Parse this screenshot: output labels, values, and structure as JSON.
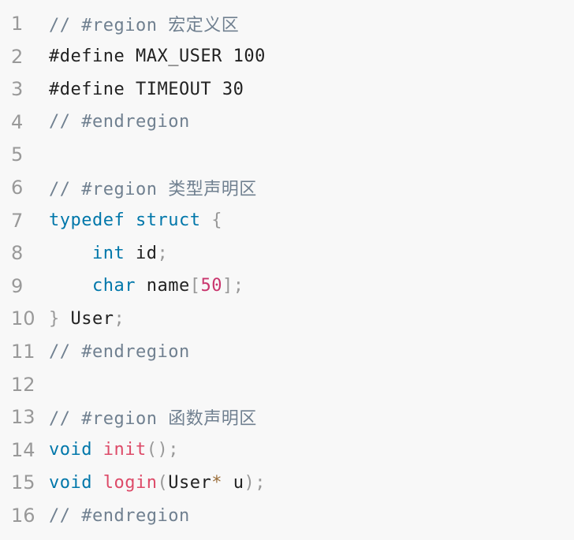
{
  "editor": {
    "lines": [
      {
        "number": "1",
        "tokens": [
          {
            "t": "comment",
            "v": "// #region 宏定义区"
          }
        ]
      },
      {
        "number": "2",
        "tokens": [
          {
            "t": "plain",
            "v": "#define MAX_USER 100"
          }
        ]
      },
      {
        "number": "3",
        "tokens": [
          {
            "t": "plain",
            "v": "#define TIMEOUT 30"
          }
        ]
      },
      {
        "number": "4",
        "tokens": [
          {
            "t": "comment",
            "v": "// #endregion"
          }
        ]
      },
      {
        "number": "5",
        "tokens": []
      },
      {
        "number": "6",
        "tokens": [
          {
            "t": "comment",
            "v": "// #region 类型声明区"
          }
        ]
      },
      {
        "number": "7",
        "tokens": [
          {
            "t": "keyword",
            "v": "typedef"
          },
          {
            "t": "plain",
            "v": " "
          },
          {
            "t": "keyword",
            "v": "struct"
          },
          {
            "t": "plain",
            "v": " "
          },
          {
            "t": "punct",
            "v": "{"
          }
        ]
      },
      {
        "number": "8",
        "tokens": [
          {
            "t": "plain",
            "v": "    "
          },
          {
            "t": "keyword",
            "v": "int"
          },
          {
            "t": "plain",
            "v": " id"
          },
          {
            "t": "punct",
            "v": ";"
          }
        ]
      },
      {
        "number": "9",
        "tokens": [
          {
            "t": "plain",
            "v": "    "
          },
          {
            "t": "keyword",
            "v": "char"
          },
          {
            "t": "plain",
            "v": " name"
          },
          {
            "t": "punct",
            "v": "["
          },
          {
            "t": "number",
            "v": "50"
          },
          {
            "t": "punct",
            "v": "];"
          }
        ]
      },
      {
        "number": "10",
        "tokens": [
          {
            "t": "punct",
            "v": "}"
          },
          {
            "t": "plain",
            "v": " User"
          },
          {
            "t": "punct",
            "v": ";"
          }
        ]
      },
      {
        "number": "11",
        "tokens": [
          {
            "t": "comment",
            "v": "// #endregion"
          }
        ]
      },
      {
        "number": "12",
        "tokens": []
      },
      {
        "number": "13",
        "tokens": [
          {
            "t": "comment",
            "v": "// #region 函数声明区"
          }
        ]
      },
      {
        "number": "14",
        "tokens": [
          {
            "t": "keyword",
            "v": "void"
          },
          {
            "t": "plain",
            "v": " "
          },
          {
            "t": "func",
            "v": "init"
          },
          {
            "t": "punct",
            "v": "();"
          }
        ]
      },
      {
        "number": "15",
        "tokens": [
          {
            "t": "keyword",
            "v": "void"
          },
          {
            "t": "plain",
            "v": " "
          },
          {
            "t": "func",
            "v": "login"
          },
          {
            "t": "punct",
            "v": "("
          },
          {
            "t": "plain",
            "v": "User"
          },
          {
            "t": "op",
            "v": "*"
          },
          {
            "t": "plain",
            "v": " u"
          },
          {
            "t": "punct",
            "v": ");"
          }
        ]
      },
      {
        "number": "16",
        "tokens": [
          {
            "t": "comment",
            "v": "// #endregion"
          }
        ]
      }
    ]
  },
  "colors": {
    "background": "#f8f8f8",
    "comment": "#708090",
    "keyword": "#0077aa",
    "function": "#dd4a68",
    "number": "#c9356d",
    "punctuation": "#999999",
    "line_number": "#999999"
  }
}
